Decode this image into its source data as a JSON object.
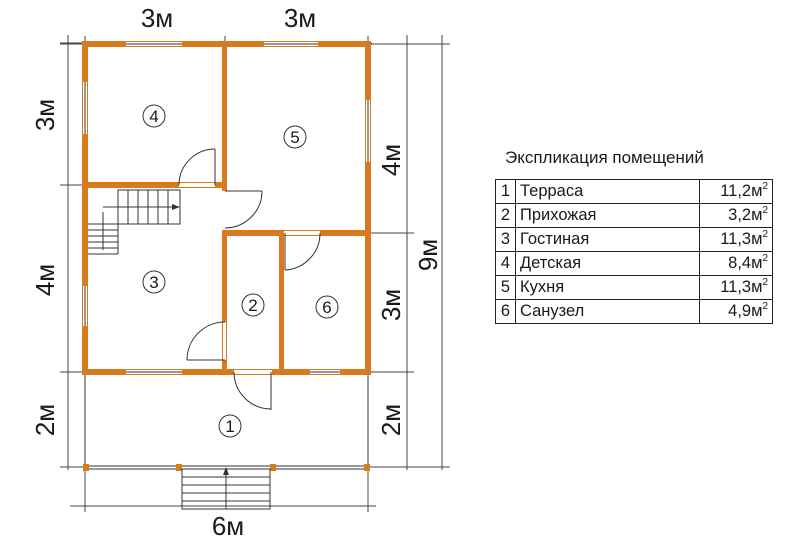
{
  "dimensions": {
    "top_left": "3м",
    "top_right": "3м",
    "bottom": "6м",
    "left_top": "3м",
    "left_middle": "4м",
    "left_bottom": "2м",
    "right_upper": "4м",
    "right_middle": "3м",
    "right_bottom": "2м",
    "right_total": "9м"
  },
  "rooms": [
    {
      "number": "1"
    },
    {
      "number": "2"
    },
    {
      "number": "3"
    },
    {
      "number": "4"
    },
    {
      "number": "5"
    },
    {
      "number": "6"
    }
  ],
  "legend": {
    "title": "Экспликация помещений",
    "area_superscript": "2",
    "rows": [
      {
        "number": "1",
        "name": "Терраса",
        "area": "11,2м"
      },
      {
        "number": "2",
        "name": "Прихожая",
        "area": "3,2м"
      },
      {
        "number": "3",
        "name": "Гостиная",
        "area": "11,3м"
      },
      {
        "number": "4",
        "name": "Детская",
        "area": "8,4м"
      },
      {
        "number": "5",
        "name": "Кухня",
        "area": "11,3м"
      },
      {
        "number": "6",
        "name": "Санузел",
        "area": "4,9м"
      }
    ]
  },
  "colors": {
    "wall": "#d97a1c",
    "line": "#333333"
  }
}
